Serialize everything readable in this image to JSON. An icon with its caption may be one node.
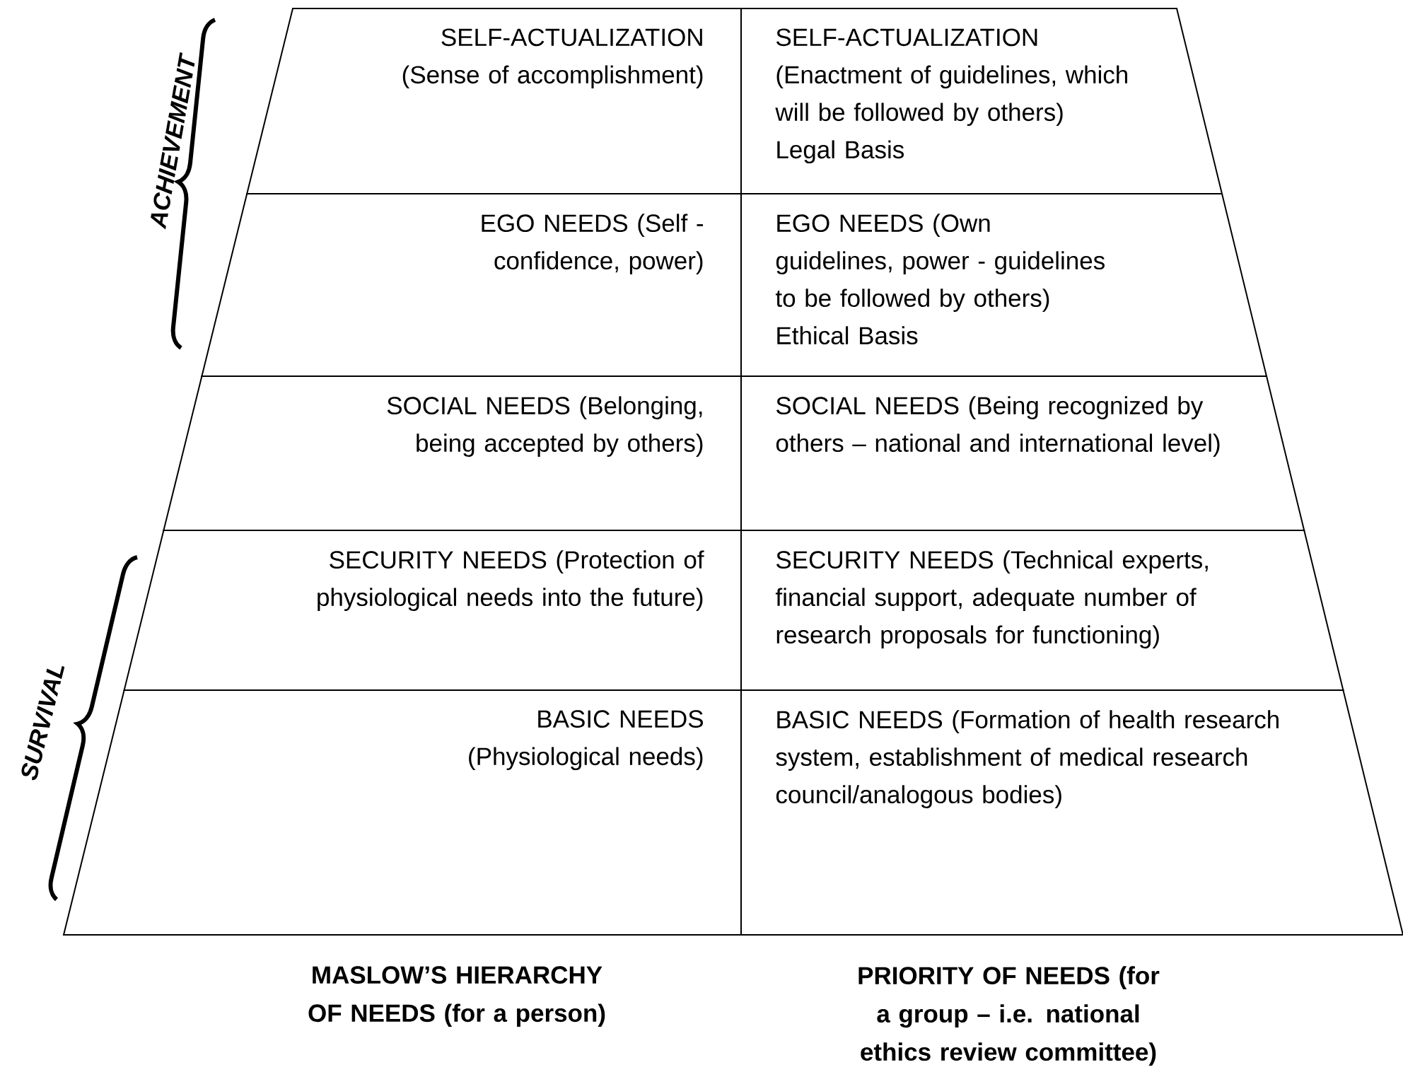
{
  "diagram": {
    "nodes": [
      {
        "text": [
          "SELF-ACTUALIZATION (Sense of accomplishment)"
        ]
      },
      {
        "text": [
          "SELF-ACTUALIZATION (Enactment of guidelines, which will be followed by others) Legal Basis"
        ]
      },
      {
        "text": [
          "EGO NEEDS (Self - confidence, power)"
        ]
      },
      {
        "text": [
          "EGO NEEDS (Own guidelines, power - guidelines to be followed by others) Ethical Basis"
        ]
      },
      {
        "text": [
          "SOCIAL NEEDS (Belonging, being accepted by others)"
        ]
      },
      {
        "text": [
          "SOCIAL NEEDS (Being recognized by others – national and international level)"
        ]
      },
      {
        "text": [
          "SECURITY NEEDS (Protection of physiological needs into the future)"
        ]
      },
      {
        "text": [
          "SECURITY NEEDS (Technical experts, financial support, adequate number of research proposals for functioning)"
        ]
      },
      {
        "text": [
          "BASIC NEEDS (Physiological needs)"
        ]
      },
      {
        "text": [
          "BASIC NEEDS (Formation of health research system, establishment of medical research council/analogous bodies)"
        ]
      }
    ],
    "edges": [],
    "labels": [
      "ACHIEVEMENT",
      "SURVIVAL",
      "MASLOW’S HIERARCHY OF NEEDS (for a person)",
      "PRIORITY OF NEEDS (for a group – i.e. national ethics review committee)"
    ]
  }
}
